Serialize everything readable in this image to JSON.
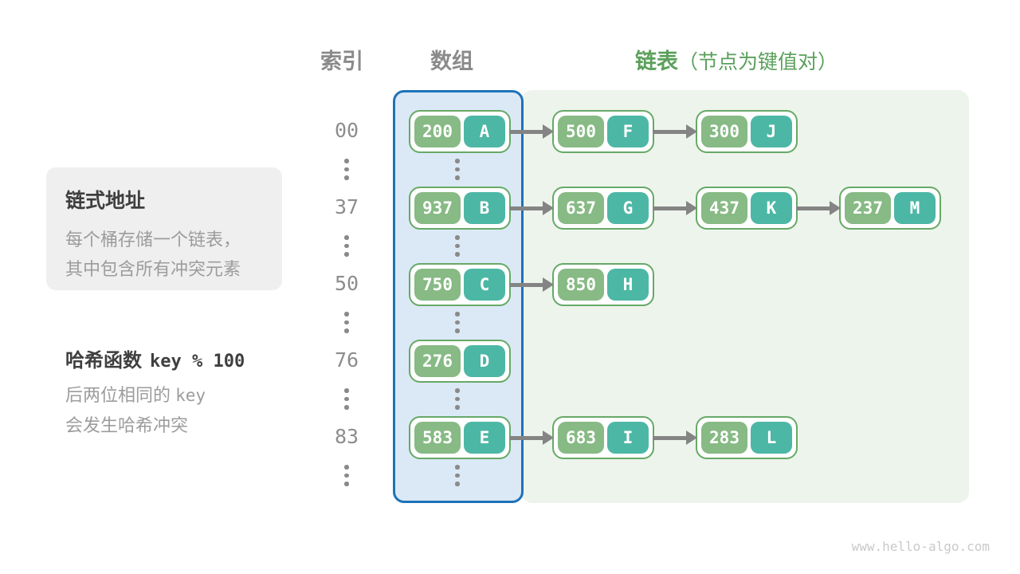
{
  "header": {
    "index_label": "索引",
    "array_label": "数组",
    "list_label": "链表",
    "list_note": "（节点为键值对）"
  },
  "info_box": {
    "title": "链式地址",
    "line1": "每个桶存储一个链表，",
    "line2": "其中包含所有冲突元素"
  },
  "hash_note": {
    "title": "哈希函数",
    "formula": "key % 100",
    "line1_prefix": "后两位相同的 ",
    "line1_mono": "key",
    "line2": "会发生哈希冲突"
  },
  "rows": [
    {
      "index": "00",
      "nodes": [
        {
          "key": "200",
          "value": "A"
        },
        {
          "key": "500",
          "value": "F"
        },
        {
          "key": "300",
          "value": "J"
        }
      ]
    },
    {
      "index": "37",
      "nodes": [
        {
          "key": "937",
          "value": "B"
        },
        {
          "key": "637",
          "value": "G"
        },
        {
          "key": "437",
          "value": "K"
        },
        {
          "key": "237",
          "value": "M"
        }
      ]
    },
    {
      "index": "50",
      "nodes": [
        {
          "key": "750",
          "value": "C"
        },
        {
          "key": "850",
          "value": "H"
        }
      ]
    },
    {
      "index": "76",
      "nodes": [
        {
          "key": "276",
          "value": "D"
        }
      ]
    },
    {
      "index": "83",
      "nodes": [
        {
          "key": "583",
          "value": "E"
        },
        {
          "key": "683",
          "value": "I"
        },
        {
          "key": "283",
          "value": "L"
        }
      ]
    }
  ],
  "watermark": "www.hello-algo.com",
  "colors": {
    "key_cell": "#87ba84",
    "value_cell": "#4db7a5",
    "node_border": "#67a967",
    "header_green": "#5ba05b",
    "array_column_border": "#1d73b7",
    "array_column_fill": "#dbe9f6",
    "list_area_fill": "#edf4ec",
    "arrow": "#848484"
  },
  "layout": {
    "row_top_start": 138,
    "row_pitch": 96,
    "node_left_start": 513,
    "node_pitch": 180
  }
}
